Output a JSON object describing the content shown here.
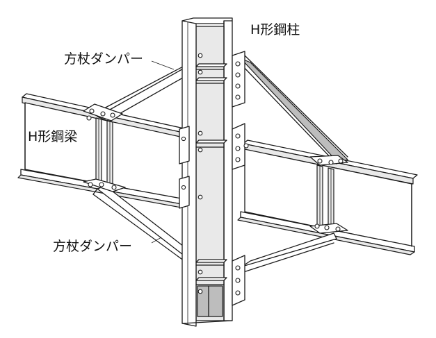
{
  "labels": {
    "column": "H形鋼柱",
    "beam": "H形鋼梁",
    "brace_top": "方杖ダンパー",
    "brace_bottom": "方杖ダンパー"
  }
}
